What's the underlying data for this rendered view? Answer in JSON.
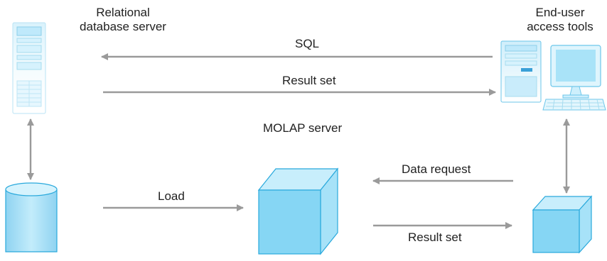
{
  "labels": {
    "relational_server": "Relational\ndatabase server",
    "end_user_tools": "End-user\naccess tools",
    "sql": "SQL",
    "result_set_top": "Result set",
    "molap_server": "MOLAP server",
    "data_request": "Data request",
    "load": "Load",
    "result_set_bottom": "Result set"
  },
  "colors": {
    "arrow": "#9a9a9a",
    "cube_front": "#7fd3f2",
    "cube_top": "#c8eefc",
    "cube_side": "#a7e2f8",
    "cube_edge": "#2aa9dc",
    "cylinder_body": "#9fdcf5",
    "cylinder_top": "#d6f3fd"
  }
}
